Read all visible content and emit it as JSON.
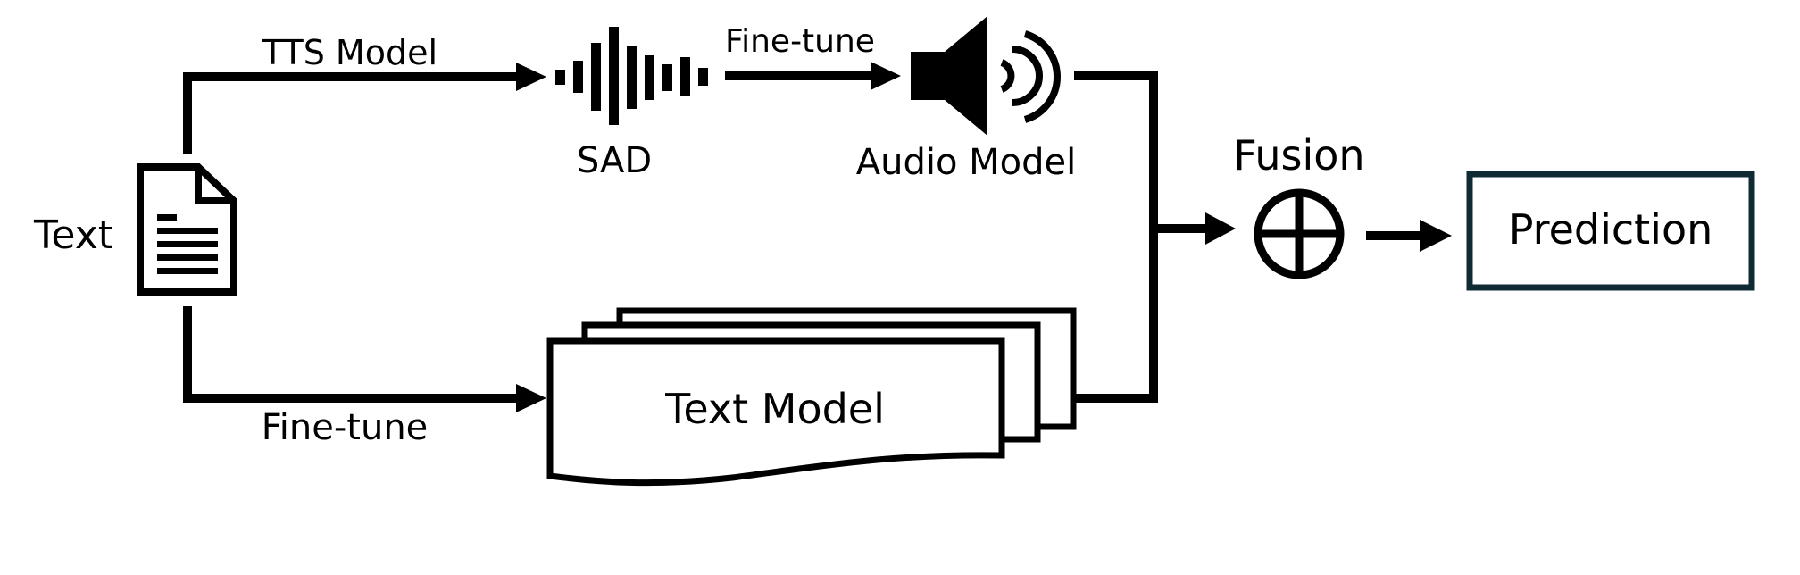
{
  "labels": {
    "text_input": "Text",
    "tts_model": "TTS Model",
    "sad": "SAD",
    "fine_tune_audio": "Fine-tune",
    "audio_model": "Audio Model",
    "fine_tune_text": "Fine-tune",
    "text_model": "Text Model",
    "fusion": "Fusion",
    "prediction": "Prediction"
  },
  "colors": {
    "ink": "#000000",
    "prediction_border": "#0f2a33"
  }
}
